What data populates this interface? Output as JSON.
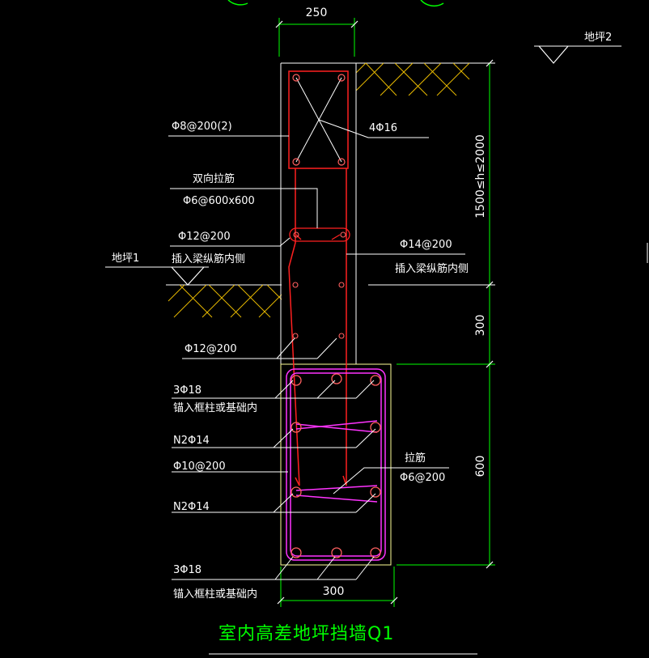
{
  "colors": {
    "background": "#000000",
    "dimension": "#00ff00",
    "outline": "#ffffff",
    "concrete": "#ffff99",
    "rebar": "#ff2020",
    "stirrup": "#ff33ff",
    "hatch": "#e6b800",
    "leader": "#ffffff",
    "title": "#00ff00"
  },
  "dimensions": {
    "top_width": "250",
    "bottom_width": "300",
    "height_range": "1500≤h≤2000",
    "height_300": "300",
    "height_600": "600"
  },
  "levels": {
    "right": "地坪2",
    "left": "地坪1"
  },
  "labels": {
    "stirrup_beam": "Φ8@200(2)",
    "beam_bars": "4Φ16",
    "tie_title": "双向拉筋",
    "tie_spec": "Φ6@600x600",
    "left_vertical": "Φ12@200",
    "left_vertical_note": "插入梁纵筋内侧",
    "right_vertical": "Φ14@200",
    "right_vertical_note": "插入梁纵筋内侧",
    "left_vertical_lower": "Φ12@200",
    "top_bars": "3Φ18",
    "top_bars_note": "锚入框柱或基础内",
    "side_bars_1": "N2Φ14",
    "stirrup_base": "Φ10@200",
    "side_bars_2": "N2Φ14",
    "base_tie_title": "拉筋",
    "base_tie_spec": "Φ6@200",
    "bottom_bars": "3Φ18",
    "bottom_bars_note": "锚入框柱或基础内"
  },
  "title": "室内高差地坪挡墙Q1"
}
